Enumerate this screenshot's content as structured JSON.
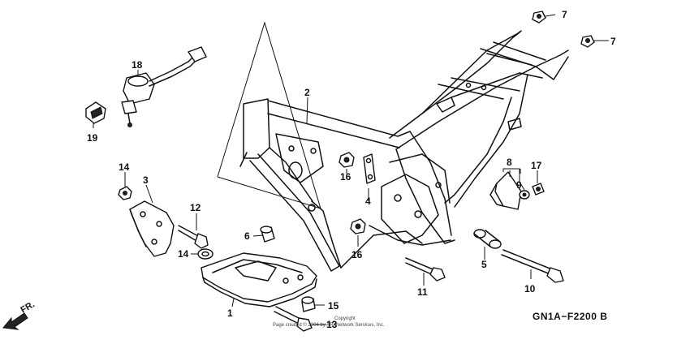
{
  "diagram": {
    "code": "GN1A−F2200 B",
    "direction_label": "FR.",
    "copyright": {
      "line1": "Copyright",
      "line2": "Page created © 2004 by ARI Network Services, Inc."
    },
    "callouts": [
      {
        "id": "frame-body",
        "label": "1"
      },
      {
        "id": "main-frame",
        "label": "2"
      },
      {
        "id": "side-stand-bracket",
        "label": "3"
      },
      {
        "id": "engine-hanger-plate",
        "label": "4"
      },
      {
        "id": "collar-5",
        "label": "5"
      },
      {
        "id": "grommet-6",
        "label": "6"
      },
      {
        "id": "cap-nut-top",
        "label": "7"
      },
      {
        "id": "cap-nut-right",
        "label": "7"
      },
      {
        "id": "rubber-cover",
        "label": "8"
      },
      {
        "id": "bushing-9",
        "label": "9"
      },
      {
        "id": "bolt-10",
        "label": "10"
      },
      {
        "id": "bolt-11",
        "label": "11"
      },
      {
        "id": "bolt-12",
        "label": "12"
      },
      {
        "id": "bolt-13",
        "label": "13"
      },
      {
        "id": "nut-14-top",
        "label": "14"
      },
      {
        "id": "nut-14-bottom",
        "label": "14"
      },
      {
        "id": "bolt-15",
        "label": "15"
      },
      {
        "id": "nut-16-top",
        "label": "16"
      },
      {
        "id": "nut-16-bottom",
        "label": "16"
      },
      {
        "id": "bolt-17",
        "label": "17"
      },
      {
        "id": "ignition-switch",
        "label": "18"
      },
      {
        "id": "key-19",
        "label": "19"
      }
    ]
  }
}
